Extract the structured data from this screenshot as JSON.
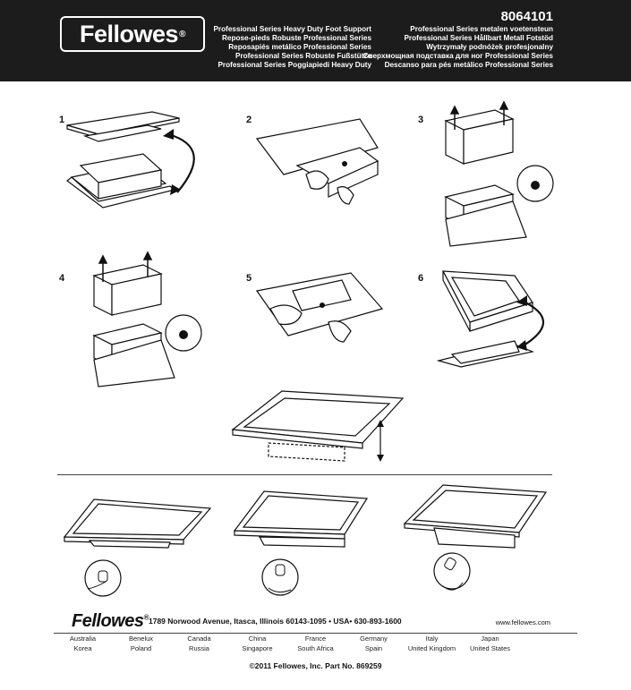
{
  "header": {
    "brand": "Fellowes",
    "brand_mark": "®",
    "model_number": "8064101",
    "titles_left": [
      "Professional Series Heavy Duty Foot Support",
      "Repose-pieds Robuste Professional Series",
      "Reposapiés metálico Professional Series",
      "Professional Series Robuste Fußstütze",
      "Professional Series Poggiapiedi Heavy Duty"
    ],
    "titles_right": [
      "Professional Series metalen voetensteun",
      "Professional Series Hållbart Metall Fotstöd",
      "Wytrzymały podnóżek profesjonalny",
      "Сверхмощная подставка для ног Professional Series",
      "Descanso para pés metálico Professional Series"
    ]
  },
  "steps": [
    "1",
    "2",
    "3",
    "4",
    "5",
    "6"
  ],
  "footer": {
    "brand": "Fellowes",
    "brand_mark": "®",
    "address": "1789 Norwood Avenue, Itasca, Illinois 60143-1095 • USA• 630-893-1600",
    "website": "www.fellowes.com",
    "countries_row1": [
      "Australia",
      "Benelux",
      "Canada",
      "China",
      "France",
      "Germany",
      "Italy",
      "Japan"
    ],
    "countries_row2": [
      "Korea",
      "Poland",
      "Russia",
      "Singapore",
      "South Africa",
      "Spain",
      "United Kingdom",
      "United States"
    ],
    "copyright": "©2011 Fellowes, Inc. Part No. 869259"
  }
}
